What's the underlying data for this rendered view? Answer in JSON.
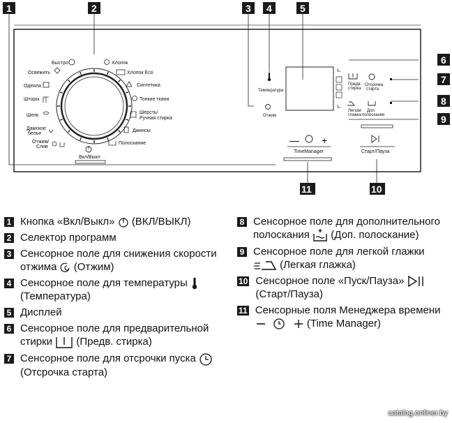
{
  "callouts": [
    "1",
    "2",
    "3",
    "4",
    "5",
    "6",
    "7",
    "8",
    "9",
    "10",
    "11"
  ],
  "panel": {
    "programs_left": [
      "Быстро",
      "Освежить",
      "Одеяла",
      "Шторы",
      "Шелк",
      "Дамское",
      "белье",
      "Отжим/",
      "Слив"
    ],
    "programs_right": [
      "Хлопок",
      "Хлопок Eco",
      "Синтетика",
      "Тонкие ткани",
      "Шерсть/",
      "Ручная стирка",
      "Джинсы",
      "Полоскание"
    ],
    "onoff_label": "Вкл/Выкл",
    "temp_label": "Температура",
    "spin_label": "Отжим",
    "prewash_label": [
      "Предв.",
      "стирка"
    ],
    "delay_label": [
      "Отсрочка",
      "старта"
    ],
    "extra_rinse_label": [
      "Доп.",
      "полоскание"
    ],
    "easy_iron_label": [
      "Легкая",
      "глажка"
    ],
    "timemanager_label": "TimeManager",
    "tm_minus": "—",
    "tm_plus": "+",
    "startpause_label": "Старт/Пауза"
  },
  "legend": {
    "items": [
      {
        "num": "1",
        "text_before": "Кнопка «Вкл/Выкл» ",
        "icon": "power-icon",
        "text_after": " (ВКЛ/ВЫКЛ)"
      },
      {
        "num": "2",
        "text_before": "Селектор программ",
        "icon": "",
        "text_after": ""
      },
      {
        "num": "3",
        "text_before": "Сенсорное поле для снижения скорости отжима ",
        "icon": "spin-icon",
        "text_after": " (Отжим)"
      },
      {
        "num": "4",
        "text_before": "Сенсорное поле для температуры ",
        "icon": "thermometer-icon",
        "text_after": " (Температура)"
      },
      {
        "num": "5",
        "text_before": "Дисплей",
        "icon": "",
        "text_after": ""
      },
      {
        "num": "6",
        "text_before": "Сенсорное поле для предварительной стирки ",
        "icon": "prewash-icon",
        "text_after": " (Предв. стирка)"
      },
      {
        "num": "7",
        "text_before": "Сенсорное поле для отсрочки пуска ",
        "icon": "delay-start-icon",
        "text_after": " (Отсрочка старта)"
      },
      {
        "num": "8",
        "text_before": "Сенсорное поле для дополнительного полоскания ",
        "icon": "extra-rinse-icon",
        "text_after": " (Доп. полоскание)"
      },
      {
        "num": "9",
        "text_before": "Сенсорное поле для легкой глажки ",
        "icon": "easy-iron-icon",
        "text_after": " (Легкая глажка)"
      },
      {
        "num": "10",
        "text_before": "Сенсорное поле «Пуск/Пауза» ",
        "icon": "start-pause-icon",
        "text_after": " (Старт/Пауза)"
      },
      {
        "num": "11",
        "text_before": "Сенсорные поля Менеджера времени ",
        "icon": "time-manager-icon",
        "text_after": " (Time Manager)"
      }
    ]
  },
  "watermark": "catalog.onliner.by"
}
